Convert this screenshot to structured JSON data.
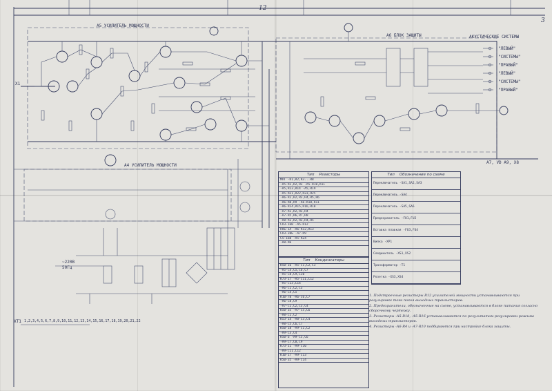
{
  "sheet": {
    "sheet_number": "12",
    "corner_page": "3",
    "block_titles": {
      "preamp": "A5  УСИЛИТЕЛЬ МОЩНОСТИ",
      "protection": "A6  БЛОК ЗАЩИТЫ",
      "speakers": "АКУСТИЧЕСКИЕ СИСТЕМЫ",
      "amp2": "A4  УСИЛИТЕЛЬ МОЩНОСТИ"
    },
    "speaker_outputs": [
      "\"ЛЕВЫЙ\"",
      "\"СИСТЕМЫ\"",
      "\"ПРАВЫЙ\"",
      "\"ЛЕВЫЙ\"",
      "\"СИСТЕМЫ\"",
      "\"ПРАВЫЙ\""
    ],
    "input_label": "X1",
    "bottom_left_code": "XT1",
    "bottom_left_pins": "1,2,3,4,5,6,7,8,9,10,11,12,13,14,15,16,17,18,19,20,21,22",
    "supply_labels": [
      "~220В",
      "50Гц"
    ],
    "right_ref": "A7, VD  A9, X8",
    "resistor_table": {
      "header_type": "Тип",
      "header_name": "Резисторы",
      "rows": [
        "МЛТ  -R1,R2,R3...R8",
        "-A5-R1,R2,R3 -A5-R10,R11",
        "-A5,R13,R14 -A5,R19",
        "-A5-R21,R22,R23,R25",
        "-A6-R1,R2,R3,R4,R5,R6",
        "-A6-R8,R9 -A6-R10,R11",
        "-A6-R14,R15,R16,R18",
        "-A7-R1,R2,R3,R4",
        "-A7-R5,R6,R7,R8",
        "-A8-R1,R2,R3,R4,R5",
        "СП3-16В -A5-R12",
        "ППБ-1А -A6-R12,R13",
        "СП3-38Б -A7-R9",
        "С5-16В -A5-R24",
        "-A8-R6"
      ]
    },
    "capacitor_table": {
      "header_type": "Тип",
      "header_name": "Конденсаторы",
      "rows": [
        "К50-16 -A5-C1,C2,C3",
        "-A5-C4,C5,C6,C7",
        "-A5-C8,C9,C10",
        "К73-17 -A5-C11,C12",
        "-A5-C13,C14",
        "-A6-C1,C2,C3",
        "-A6-C4,C5",
        "К10-7В -A6-C6,C7",
        "-A6-C8,C9",
        "-A7-C1,C2,C3,C4",
        "К50-35 -A7-C5,C6",
        "-A8-C1,C2",
        "К53-14 -A8-C3,C4",
        "-A8-C5,C6,C7",
        "К50-18 -A9-C1,C2",
        "-A9-C3,C4",
        "К50-6 -A9-C5,C6",
        "-A9-C7,C8,C9",
        "К73-11 -A9-C10",
        "-A9-C11,C12",
        "К10-17 -A9-C13",
        "К50-35 -A9-C14"
      ]
    },
    "component_table": {
      "header_type": "Тип",
      "header_name": "Обозначение по схеме",
      "rows": [
        "Переключатель -SA1,SA2,SA3",
        "Переключатель -SA4",
        "Переключатель -SA5,SA6",
        "Предохранитель -FU1,FU2",
        "Вставка плавкая -FU3,FU4",
        "Вилка -XP1",
        "Соединитель -XS1,XS2",
        "Трансформатор -T1",
        "Розетка -XS3,XS4"
      ]
    },
    "notes": [
      "1. Подстроечные резисторы R12 усилителей мощности устанавливаются при регулировке тока покоя выходных транзисторов.",
      "2. Предохранители, обозначенные на схеме, устанавливаются в блоке питания согласно сборочному чертежу.",
      "3. Резисторы -A5-R18, -A5-R16 устанавливаются по результатам регулировки режима выходных транзисторов.",
      "4. Резисторы -A6-R4 и -A7-R10 подбираются при настройке блока защиты."
    ]
  }
}
